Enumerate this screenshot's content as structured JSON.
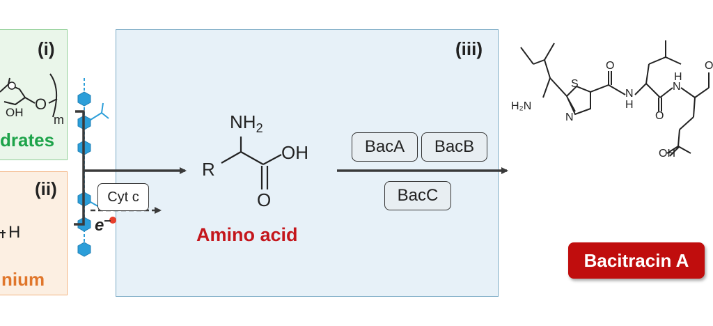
{
  "panels": {
    "i": {
      "label": "(i)",
      "category": "drates",
      "chem_oh": "OH",
      "chem_o": "O",
      "chem_m": "m"
    },
    "ii": {
      "label": "(ii)",
      "category": "nium",
      "chem_h": "H"
    },
    "iii": {
      "label": "(iii)"
    }
  },
  "electron": {
    "cyt_c": "Cyt c",
    "e_minus": "e"
  },
  "amino_acid": {
    "nh2": "NH",
    "nh2_sub": "2",
    "r": "R",
    "oh": "OH",
    "o": "O",
    "label": "Amino acid"
  },
  "enzymes": {
    "a": "BacA",
    "b": "BacB",
    "c": "BacC"
  },
  "product": {
    "name": "Bacitracin A",
    "atoms": {
      "h2n": "H₂N",
      "s": "S",
      "n1": "N",
      "o1": "O",
      "nh1": "H",
      "n2": "N",
      "o2": "O",
      "nh2": "H",
      "n3": "N",
      "o3": "O",
      "oh": "OH"
    }
  },
  "colors": {
    "green_label": "#1ea34a",
    "orange_label": "#e0762b",
    "amino_red": "#c4161c",
    "badge_red": "#c00d0d",
    "membrane_blue": "#2b9ed9"
  }
}
